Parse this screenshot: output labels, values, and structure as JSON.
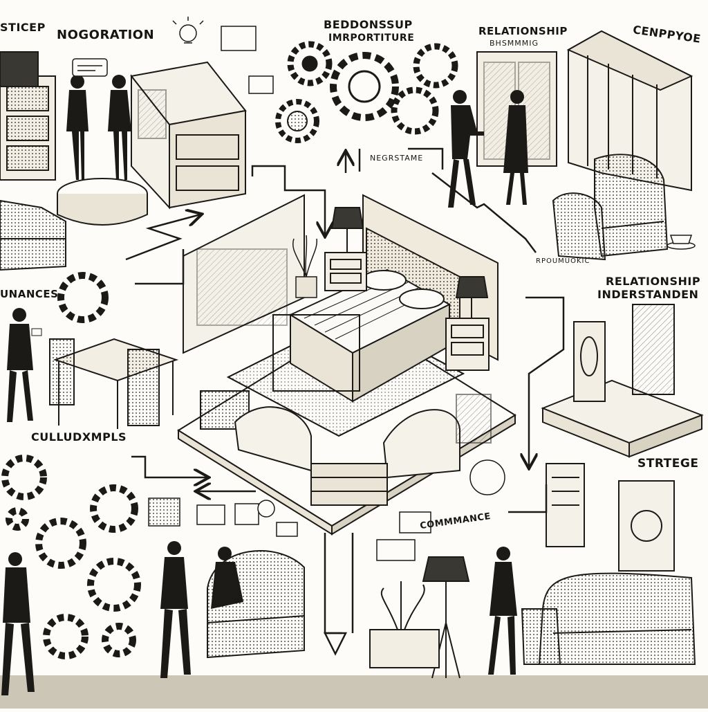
{
  "labels": {
    "tl_partial": "STICEP",
    "negotiation": "NOGORATION",
    "title_line1": "BEDDONSSUP",
    "title_line2": "IMRPORTITURE",
    "relationship_top": "RELATIONSHIP",
    "relationship_sub": "BHSMMMIG",
    "tr_partial": "CENPPYOE",
    "negrstame": "NEGRSTAME",
    "rpoumuokic": "RPOUMUOKIC",
    "relationship_mid": "RELATIONSHIP",
    "understanden": "INDERSTANDEN",
    "unances": "UNANCES",
    "culturekmpls": "CULLUDXMPLS",
    "strategy": "STRTEGE",
    "communance": "COMMMANCE"
  },
  "palette": {
    "ink": "#1b1a17",
    "paper": "#fdfcf9",
    "floor": "#cbc6b6",
    "shade": "#e9e4d6"
  }
}
